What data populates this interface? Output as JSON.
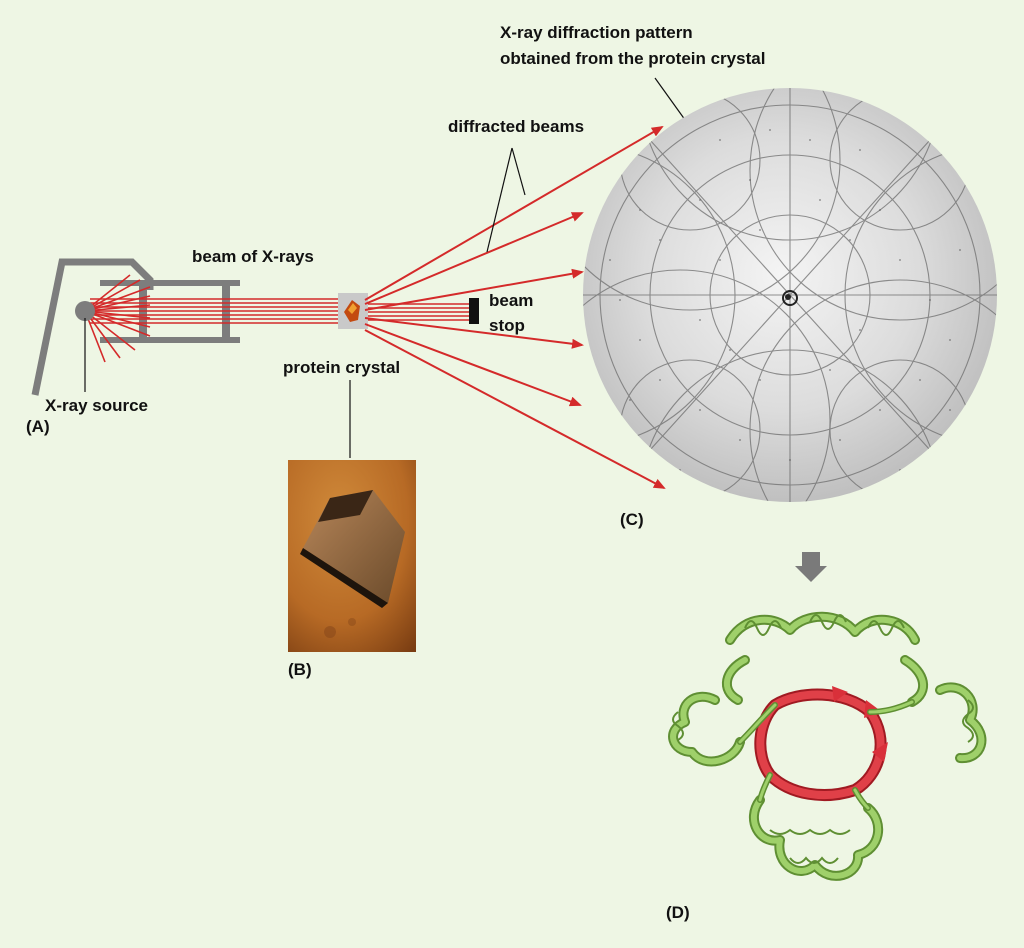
{
  "labels": {
    "pattern_line1": "X-ray diffraction pattern",
    "pattern_line2": "obtained from the protein crystal",
    "diffracted_beams": "diffracted beams",
    "beam_of_xrays": "beam of X-rays",
    "beam_line1": "beam",
    "beam_line2": "stop",
    "protein_crystal": "protein crystal",
    "xray_source": "X-ray source"
  },
  "panels": {
    "a": "(A)",
    "b": "(B)",
    "c": "(C)",
    "d": "(D)"
  },
  "colors": {
    "background": "#eef6e4",
    "beam_red": "#d42a2a",
    "apparatus_gray": "#7d7d7d",
    "helix_green": "#8cc157",
    "sheet_red": "#d9303a",
    "arrow_gray": "#7a7a7a"
  }
}
